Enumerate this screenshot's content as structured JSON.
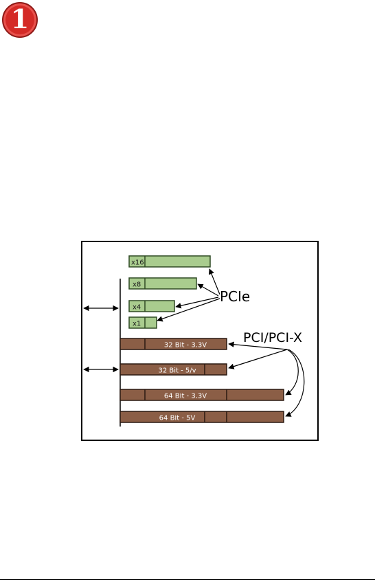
{
  "badge": {
    "number": "1",
    "color": "#d42a26"
  },
  "diagram": {
    "pcie_label": "PCIe",
    "pci_label": "PCI/PCI-X",
    "pcie_slots": [
      {
        "label": "x16"
      },
      {
        "label": "x8"
      },
      {
        "label": "x4"
      },
      {
        "label": "x1"
      }
    ],
    "pci_slots": [
      {
        "label": "32 Bit - 3.3V"
      },
      {
        "label": "32 Bit - 5/v"
      },
      {
        "label": "64 Bit - 3.3V"
      },
      {
        "label": "64 Bit - 5V"
      }
    ],
    "colors": {
      "pcie_fill": "#a9cc8e",
      "pcie_stroke": "#2f4a24",
      "pci_fill": "#8b5e46",
      "pci_stroke": "#2a1810"
    }
  }
}
